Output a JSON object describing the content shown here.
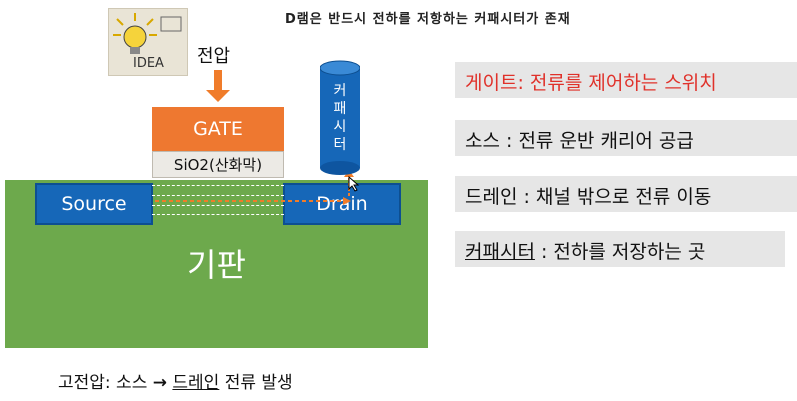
{
  "title": "D램은 반드시 전하를 저항하는 커패시터가 존재",
  "idea_image_text": "IDEA",
  "voltage_label": "전압",
  "gate_label": "GATE",
  "oxide_label": "SiO2(산화막)",
  "source_label": "Source",
  "drain_label": "Drain",
  "substrate_label": "기판",
  "capacitor_chars": [
    "커",
    "패",
    "시",
    "터"
  ],
  "bottom": {
    "prefix": "고전압: 소스 ",
    "arrow": "→",
    "mid": " ",
    "underlined": "드레인",
    "suffix": " 전류 발생"
  },
  "legend": {
    "gate": "게이트: 전류를 제어하는 스위치",
    "source": "소스 : 전류 운반 캐리어 공급",
    "drain": "드레인 : 채널 밖으로 전류 이동",
    "capacitor_term": "커패시터",
    "capacitor_desc": " : 전하를 저장하는 곳"
  },
  "colors": {
    "gate": "#ee7830",
    "substrate": "#6da94c",
    "source_drain": "#1667b8",
    "legend_red": "#e0312a"
  }
}
